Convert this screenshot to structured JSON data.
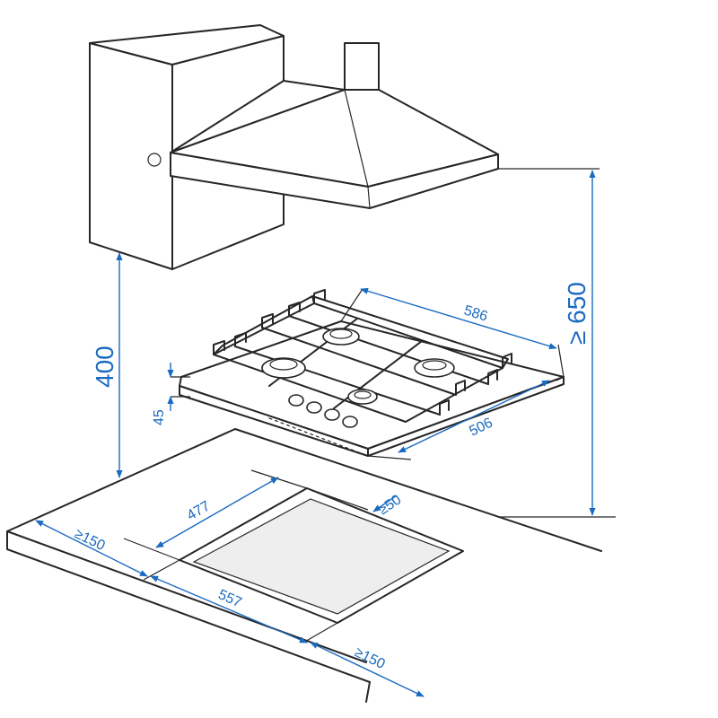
{
  "diagram": {
    "colors": {
      "dimension": "#1a6ac0",
      "line": "#262626"
    },
    "dimensions": {
      "hob_to_hood": "≥ 650",
      "cabinet_to_worktop": "400",
      "hob_width": "586",
      "hob_depth": "506",
      "hob_height": "45",
      "cutout_depth": "477",
      "cutout_width": "557",
      "rear_clearance": "≥50",
      "left_clearance": "≥150",
      "right_clearance": "≥150"
    }
  }
}
